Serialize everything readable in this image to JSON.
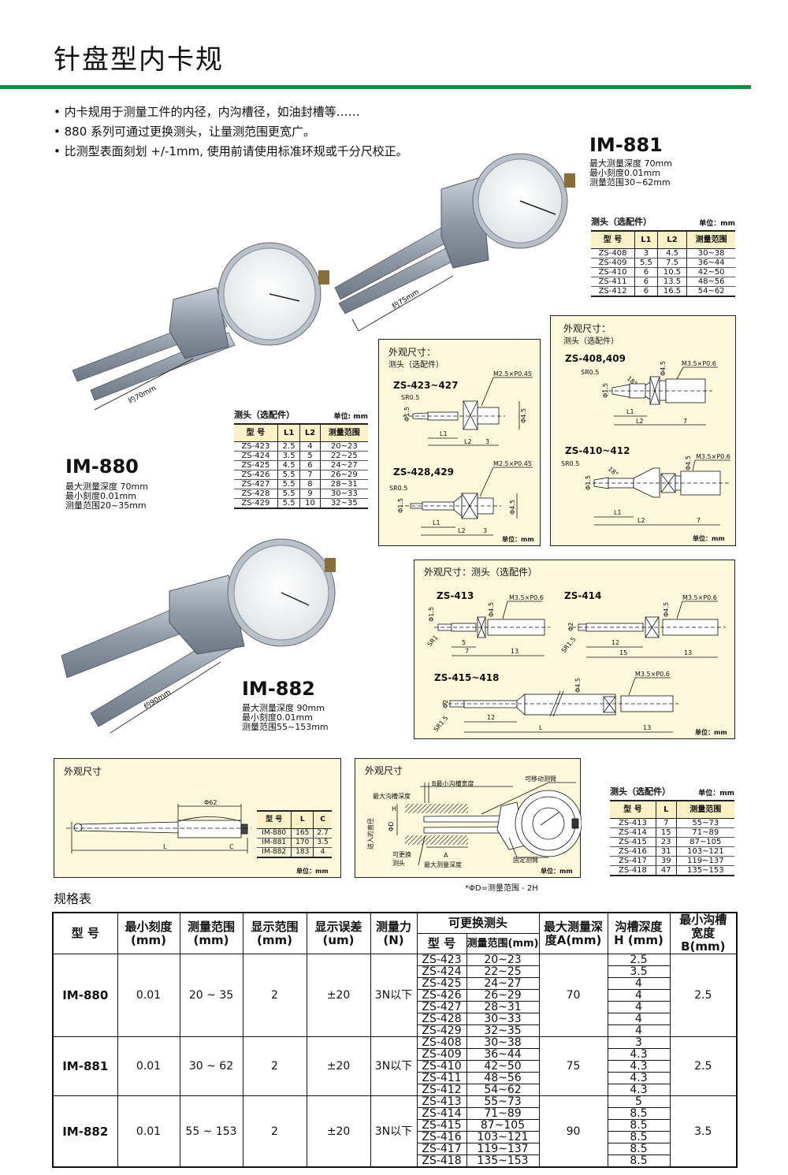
{
  "title": "针盘型内卡规",
  "bullets": [
    "• 内卡规用于测量工件的内径，内沟槽径，如油封槽等……",
    "• 880 系列可通过更换测头，让量测范围更宽广。",
    "• 比测型表面刻划 +/-1mm, 使用前请使用标准环规或千分尺校正。"
  ],
  "products": {
    "im881": {
      "name": "IM-881",
      "specs": [
        "最大测量深度 70mm",
        "最小刻度0.01mm",
        "测量范围30~62mm"
      ],
      "reach": "约75mm"
    },
    "im880": {
      "name": "IM-880",
      "specs": [
        "最大测量深度 70mm",
        "最小刻度0.01mm",
        "测量范围20~35mm"
      ],
      "reach": "约70mm"
    },
    "im882": {
      "name": "IM-882",
      "specs": [
        "最大测量深度 90mm",
        "最小刻度0.01mm",
        "测量范围55~153mm"
      ],
      "reach": "约90mm"
    }
  },
  "probe_tables": {
    "im881": {
      "title": "测头（选配件）",
      "unit": "单位：mm",
      "headers": [
        "型  号",
        "L1",
        "L2",
        "测量范围"
      ],
      "rows": [
        [
          "ZS-408",
          "3",
          "4.5",
          "30~38"
        ],
        [
          "ZS-409",
          "5.5",
          "7.5",
          "36~44"
        ],
        [
          "ZS-410",
          "6",
          "10.5",
          "42~50"
        ],
        [
          "ZS-411",
          "6",
          "13.5",
          "48~56"
        ],
        [
          "ZS-412",
          "6",
          "16.5",
          "54~62"
        ]
      ]
    },
    "im880": {
      "title": "测头（选配件）",
      "unit": "单位: mm",
      "headers": [
        "型  号",
        "L1",
        "L2",
        "测量范围"
      ],
      "rows": [
        [
          "ZS-423",
          "2.5",
          "4",
          "20~23"
        ],
        [
          "ZS-424",
          "3.5",
          "5",
          "22~25"
        ],
        [
          "ZS-425",
          "4.5",
          "6",
          "24~27"
        ],
        [
          "ZS-426",
          "5.5",
          "7",
          "26~29"
        ],
        [
          "ZS-427",
          "5.5",
          "8",
          "28~31"
        ],
        [
          "ZS-428",
          "5.5",
          "9",
          "30~33"
        ],
        [
          "ZS-429",
          "5.5",
          "10",
          "32~35"
        ]
      ]
    },
    "im882": {
      "title": "测头（选配件）",
      "unit": "单位：mm",
      "headers": [
        "型  号",
        "L",
        "测量范围"
      ],
      "rows": [
        [
          "ZS-413",
          "7",
          "55~73"
        ],
        [
          "ZS-414",
          "15",
          "71~89"
        ],
        [
          "ZS-415",
          "23",
          "87~105"
        ],
        [
          "ZS-416",
          "31",
          "103~121"
        ],
        [
          "ZS-417",
          "39",
          "119~137"
        ],
        [
          "ZS-418",
          "47",
          "135~153"
        ]
      ]
    }
  },
  "panel1": {
    "title": "外观尺寸：",
    "subtitle": "测头（选配件）",
    "a_name": "ZS-423~427",
    "b_name": "ZS-428,429",
    "thread": "M2.5×P0.45",
    "sr": "SR0.5",
    "d1": "Φ1.5",
    "d2": "Φ4.5",
    "l1": "L1",
    "l2": "L2",
    "three": "3",
    "unit": "单位：mm"
  },
  "panel2": {
    "title": "外观尺寸：",
    "subtitle": "测头（选配件）",
    "a_name": "ZS-408,409",
    "b_name": "ZS-410~412",
    "thread": "M3.5×P0.6",
    "sr": "SR0.5",
    "d1": "Φ1.5",
    "d2": "Φ4.5",
    "angle": "18°",
    "l1": "L1",
    "l2": "L2",
    "seven": "7",
    "unit": "单位：mm"
  },
  "panel3": {
    "title": "外观尺寸：测头（选配件）",
    "a_name": "ZS-413",
    "b_name": "ZS-414",
    "c_name": "ZS-415~418",
    "thread": "M3.5×P0.6",
    "d45": "Φ4.5",
    "d15": "Φ1.5",
    "d2": "Φ2",
    "sr1": "SR1",
    "sr15": "SR1.5",
    "n5": "5",
    "n7": "7",
    "n12": "12",
    "n13": "13",
    "n15": "15",
    "L": "L",
    "unit": "单位：mm"
  },
  "panel4": {
    "title": "外观尺寸",
    "phi": "Φ62",
    "L": "L",
    "C": "C",
    "unit": "单位：mm",
    "headers": [
      "型 号",
      "L",
      "C"
    ],
    "rows": [
      [
        "IM-880",
        "165",
        "2.7"
      ],
      [
        "IM-881",
        "170",
        "3.5"
      ],
      [
        "IM-882",
        "183",
        "4"
      ]
    ]
  },
  "panel5": {
    "title": "外观尺寸",
    "b": "B最小沟槽宽度",
    "movable": "可移动测臂",
    "maxgroove": "最大沟槽深度",
    "h": "H",
    "d": "ΦD",
    "entry": "进入的直径",
    "replace1": "可更换",
    "replace2": "测头",
    "a": "A",
    "maxdepth": "最大测量深度",
    "fixed": "固定测臂",
    "unit": "单位：mm",
    "note": "*ΦD=测量范围 - 2H"
  },
  "spec_table": {
    "title": "规格表",
    "headers": {
      "model": "型  号",
      "min": "最小刻度",
      "range": "测量范围",
      "disp": "显示范围",
      "err": "显示误差",
      "force": "测量力",
      "probe": "可更换测头",
      "probe_model": "型 号",
      "probe_range": "测量范围(mm)",
      "depth": "最大测量深",
      "groove": "沟槽深度",
      "width": "最小沟槽",
      "min_u": "(mm)",
      "range_u": "(mm)",
      "disp_u": "(mm)",
      "err_u": "(um)",
      "force_u": "(N)",
      "depth_u": "度A(mm)",
      "groove_u": "H (mm)",
      "width_u": "宽度B(mm)"
    },
    "groups": [
      {
        "model": "IM-880",
        "min": "0.01",
        "range": "20 ~ 35",
        "disp": "2",
        "err": "±20",
        "force": "3N以下",
        "depth": "70",
        "width": "2.5",
        "probes": [
          [
            "ZS-423",
            "20~23",
            "2.5"
          ],
          [
            "ZS-424",
            "22~25",
            "3.5"
          ],
          [
            "ZS-425",
            "24~27",
            "4"
          ],
          [
            "ZS-426",
            "26~29",
            "4"
          ],
          [
            "ZS-427",
            "28~31",
            "4"
          ],
          [
            "ZS-428",
            "30~33",
            "4"
          ],
          [
            "ZS-429",
            "32~35",
            "4"
          ]
        ]
      },
      {
        "model": "IM-881",
        "min": "0.01",
        "range": "30 ~ 62",
        "disp": "2",
        "err": "±20",
        "force": "3N以下",
        "depth": "75",
        "width": "2.5",
        "probes": [
          [
            "ZS-408",
            "30~38",
            "3"
          ],
          [
            "ZS-409",
            "36~44",
            "4.3"
          ],
          [
            "ZS-410",
            "42~50",
            "4.3"
          ],
          [
            "ZS-411",
            "48~56",
            "4.3"
          ],
          [
            "ZS-412",
            "54~62",
            "4.3"
          ]
        ]
      },
      {
        "model": "IM-882",
        "min": "0.01",
        "range": "55 ~ 153",
        "disp": "2",
        "err": "±20",
        "force": "3N以下",
        "depth": "90",
        "width": "3.5",
        "probes": [
          [
            "ZS-413",
            "55~73",
            "5"
          ],
          [
            "ZS-414",
            "71~89",
            "8.5"
          ],
          [
            "ZS-415",
            "87~105",
            "8.5"
          ],
          [
            "ZS-416",
            "103~121",
            "8.5"
          ],
          [
            "ZS-417",
            "119~137",
            "8.5"
          ],
          [
            "ZS-418",
            "135~153",
            "8.5"
          ]
        ]
      }
    ]
  },
  "colors": {
    "accent_green": "#1b8a42",
    "panel_bg": "#fdf8dc",
    "header_bg": "#fbf0c6"
  }
}
